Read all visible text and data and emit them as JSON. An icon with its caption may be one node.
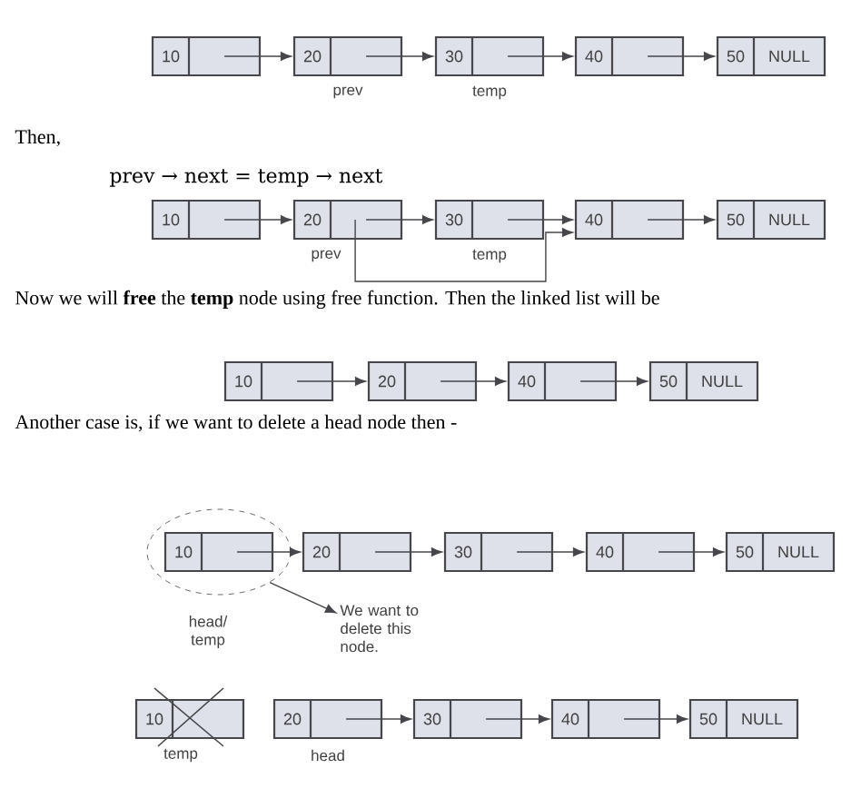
{
  "diagram": {
    "nodes": [
      {
        "text": [
          "10"
        ]
      },
      {
        "text": [
          "20"
        ],
        "beside": [
          "prev"
        ]
      },
      {
        "text": [
          "30"
        ],
        "beside": [
          "temp"
        ]
      },
      {
        "text": [
          "40"
        ]
      },
      {
        "text": [
          "50",
          "NULL"
        ]
      },
      {
        "text": [
          "10"
        ]
      },
      {
        "text": [
          "20"
        ],
        "beside": [
          "prev"
        ]
      },
      {
        "text": [
          "30"
        ],
        "beside": [
          "temp"
        ]
      },
      {
        "text": [
          "40"
        ]
      },
      {
        "text": [
          "50",
          "NULL"
        ]
      },
      {
        "text": [
          "10"
        ]
      },
      {
        "text": [
          "20"
        ]
      },
      {
        "text": [
          "40"
        ]
      },
      {
        "text": [
          "50",
          "NULL"
        ]
      },
      {
        "text": [],
        "shape": "ellipse"
      },
      {
        "text": [
          "10"
        ],
        "in": 14,
        "beside": [
          "head/ temp"
        ]
      },
      {
        "text": [
          "20"
        ]
      },
      {
        "text": [
          "30"
        ]
      },
      {
        "text": [
          "40"
        ]
      },
      {
        "text": [
          "50",
          "NULL"
        ]
      },
      {
        "text": [
          "We want to delete this node."
        ]
      },
      {
        "text": [
          "10"
        ],
        "beside": [
          "temp"
        ]
      },
      {
        "text": [
          "20"
        ],
        "beside": [
          "head"
        ]
      },
      {
        "text": [
          "30"
        ]
      },
      {
        "text": [
          "40"
        ]
      },
      {
        "text": [
          "50",
          "NULL"
        ]
      }
    ],
    "edges": [
      {
        "from": 0,
        "to": 1,
        "arrow": "to"
      },
      {
        "from": 1,
        "to": 2,
        "arrow": "to"
      },
      {
        "from": 2,
        "to": 3,
        "arrow": "to"
      },
      {
        "from": 3,
        "to": 4,
        "arrow": "to"
      },
      {
        "from": 5,
        "to": 6,
        "arrow": "to"
      },
      {
        "from": 6,
        "to": 7,
        "arrow": "to"
      },
      {
        "from": 7,
        "to": 8,
        "arrow": "to"
      },
      {
        "from": 8,
        "to": 9,
        "arrow": "to"
      },
      {
        "from": 6,
        "to": 8,
        "arrow": "to"
      },
      {
        "from": 10,
        "to": 11,
        "arrow": "to"
      },
      {
        "from": 11,
        "to": 12,
        "arrow": "to"
      },
      {
        "from": 12,
        "to": 13,
        "arrow": "to"
      },
      {
        "from": 15,
        "to": 16,
        "arrow": "to"
      },
      {
        "from": 16,
        "to": 17,
        "arrow": "to"
      },
      {
        "from": 17,
        "to": 18,
        "arrow": "to"
      },
      {
        "from": 18,
        "to": 19,
        "arrow": "to"
      },
      {
        "from": 14,
        "to": 20,
        "arrow": "to"
      },
      {
        "from": 22,
        "to": 23,
        "arrow": "to"
      },
      {
        "from": 23,
        "to": 24,
        "arrow": "to"
      },
      {
        "from": 24,
        "to": 25,
        "arrow": "to"
      }
    ],
    "labels": [
      "Then,",
      "prev → next = temp → next",
      "Now we will **free** the **temp** node using free function. Then the linked list will be",
      "Another case is, if we want to delete a head node then -"
    ]
  }
}
